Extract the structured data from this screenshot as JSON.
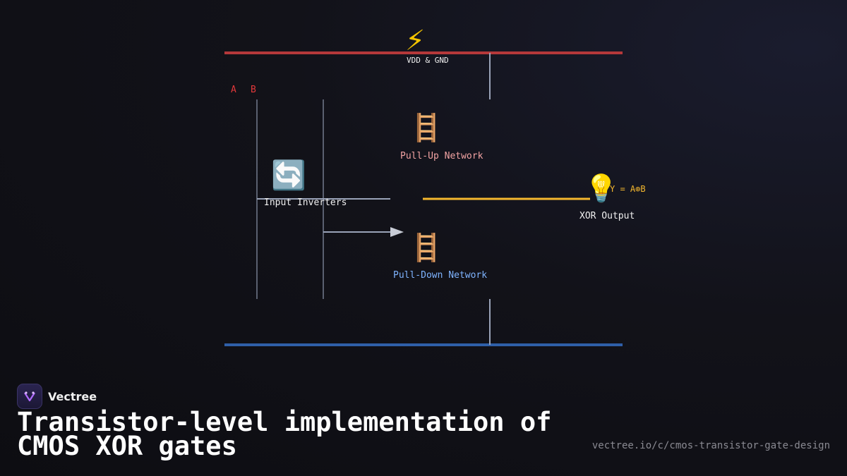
{
  "diagram": {
    "rails": {
      "supply_label": "VDD & GND",
      "supply_icon": "lightning-icon",
      "vdd_color": "#b5383a",
      "gnd_color": "#2f5fa8"
    },
    "inputs": {
      "a_label": "A",
      "b_label": "B",
      "input_color": "#e2383a"
    },
    "inverters": {
      "label": "Input Inverters",
      "icon": "arrows-cycle-icon"
    },
    "pull_up": {
      "label": "Pull-Up Network",
      "icon": "ladder-icon",
      "color": "#f2a3a3"
    },
    "pull_down": {
      "label": "Pull-Down Network",
      "icon": "ladder-icon",
      "color": "#7fb4ff"
    },
    "output": {
      "label": "XOR Output",
      "formula": "Y = A⊕B",
      "icon": "light-bulb-icon",
      "color": "#f5b82e"
    }
  },
  "brand": {
    "name": "Vectree",
    "logo_icon": "vectree-logo-icon"
  },
  "title": "Transistor-level implementation of CMOS XOR gates",
  "url": "vectree.io/c/cmos-transistor-gate-design"
}
